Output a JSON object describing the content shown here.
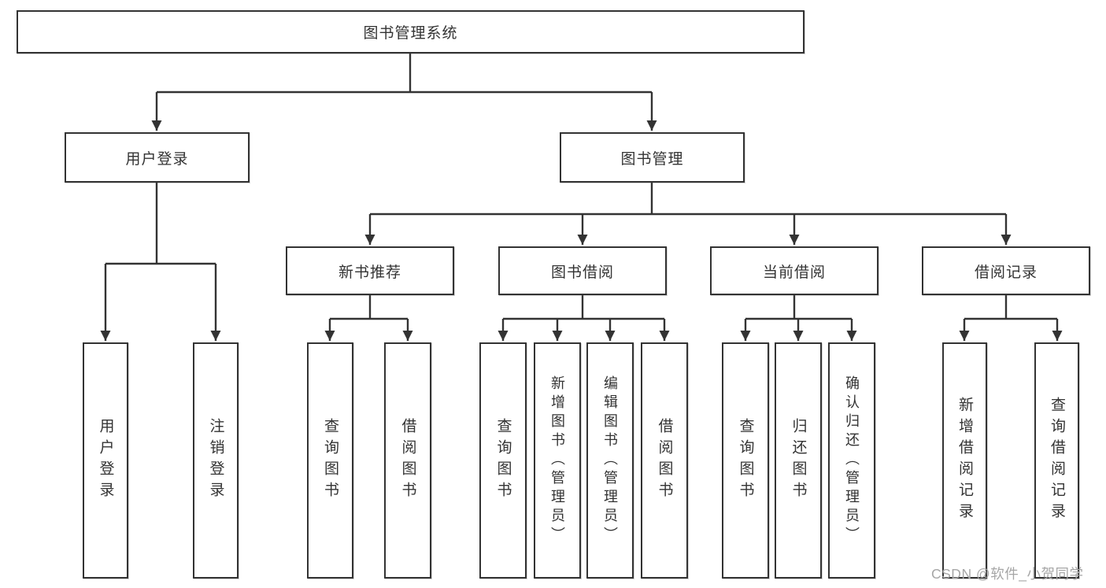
{
  "diagram": {
    "title": "图书管理系统",
    "watermark": "CSDN @软件_小贺同学",
    "colors": {
      "line": "#333333",
      "box_border": "#333333",
      "text": "#333333",
      "watermark": "#a6a6a6",
      "background": "#ffffff"
    },
    "nodes": {
      "root": "图书管理系统",
      "user_login": "用户登录",
      "book_mgmt": "图书管理",
      "leaf_user_login": "用户登录",
      "leaf_logout": "注销登录",
      "new_book_rec": "新书推荐",
      "book_borrow": "图书借阅",
      "current_borrow": "当前借阅",
      "borrow_record": "借阅记录",
      "nbr_query_book": "查询图书",
      "nbr_borrow_book": "借阅图书",
      "bb_query_book": "查询图书",
      "bb_add_book_admin": "新增图书（管理员）",
      "bb_edit_book_admin": "编辑图书（管理员）",
      "bb_borrow_book": "借阅图书",
      "cb_query_book": "查询图书",
      "cb_return_book": "归还图书",
      "cb_confirm_return_admin": "确认归还（管理员）",
      "br_add_record": "新增借阅记录",
      "br_query_record": "查询借阅记录"
    },
    "structure": {
      "root": [
        "user_login",
        "book_mgmt"
      ],
      "user_login": [
        "leaf_user_login",
        "leaf_logout"
      ],
      "book_mgmt": [
        "new_book_rec",
        "book_borrow",
        "current_borrow",
        "borrow_record"
      ],
      "new_book_rec": [
        "nbr_query_book",
        "nbr_borrow_book"
      ],
      "book_borrow": [
        "bb_query_book",
        "bb_add_book_admin",
        "bb_edit_book_admin",
        "bb_borrow_book"
      ],
      "current_borrow": [
        "cb_query_book",
        "cb_return_book",
        "cb_confirm_return_admin"
      ],
      "borrow_record": [
        "br_add_record",
        "br_query_record"
      ]
    }
  }
}
